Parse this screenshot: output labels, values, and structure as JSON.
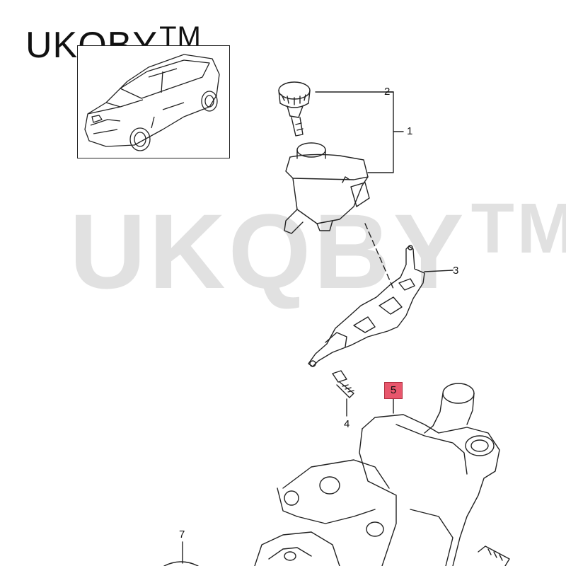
{
  "brand": {
    "name": "UKQBY",
    "tm": "TM"
  },
  "watermark": {
    "name": "UKQBY",
    "tm": "TM"
  },
  "callouts": {
    "c1": "1",
    "c2": "2",
    "c3": "3",
    "c4": "4",
    "c5": "5",
    "c7": "7"
  },
  "colors": {
    "highlight": "#e8566c",
    "line": "#222222",
    "watermark": "#dcdcdc"
  }
}
